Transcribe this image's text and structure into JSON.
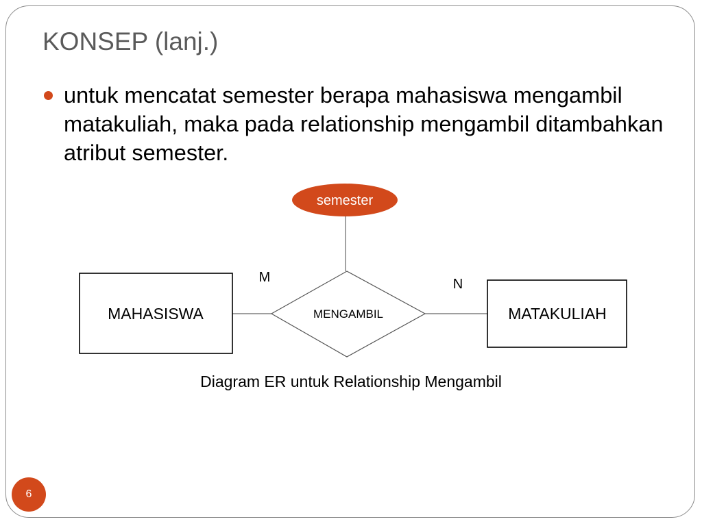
{
  "slide": {
    "title": "KONSEP (lanj.)",
    "bullet": "untuk mencatat semester berapa mahasiswa mengambil matakuliah, maka pada relationship mengambil ditambahkan atribut semester.",
    "page_number": "6"
  },
  "diagram": {
    "attribute": "semester",
    "entity_left": "MAHASISWA",
    "relationship": "MENGAMBIL",
    "entity_right": "MATAKULIAH",
    "cardinality_left": "M",
    "cardinality_right": "N",
    "caption": "Diagram ER untuk Relationship Mengambil"
  },
  "colors": {
    "accent": "#d2491b",
    "title": "#5a5a5a",
    "frame": "#8a8a8a",
    "line": "#666666"
  }
}
